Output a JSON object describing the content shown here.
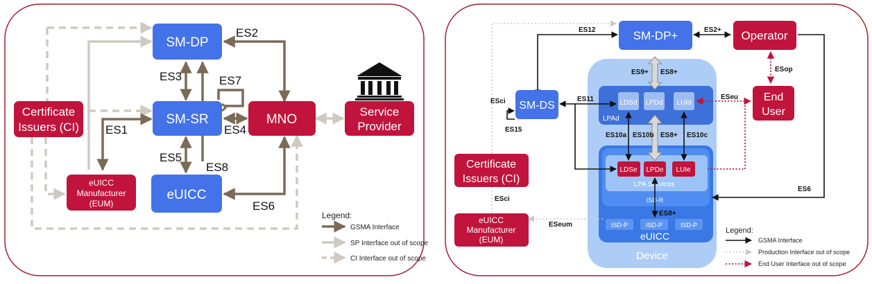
{
  "left": {
    "nodes": {
      "smdp": "SM-DP",
      "smsr": "SM-SR",
      "mno": "MNO",
      "euicc": "eUICC",
      "ci": [
        "Certificate",
        "Issuers (CI)"
      ],
      "eum": [
        "eUICC",
        "Manufacturer",
        "(EUM)"
      ],
      "sp": [
        "Service",
        "Provider"
      ]
    },
    "labels": {
      "es1": "ES1",
      "es2": "ES2",
      "es3": "ES3",
      "es4": "ES4",
      "es5": "ES5",
      "es6": "ES6",
      "es7": "ES7",
      "es8": "ES8"
    },
    "legend": {
      "title": "Legend:",
      "items": [
        "GSMA Interface",
        "SP Interface out of scope",
        "CI Interface out of scope"
      ]
    }
  },
  "right": {
    "nodes": {
      "smdp": "SM-DP+",
      "operator": "Operator",
      "enduser": [
        "End",
        "User"
      ],
      "smds": "SM-DS",
      "ci": [
        "Certificate",
        "Issuers (CI)"
      ],
      "eum": [
        "eUICC",
        "Manufacturer",
        "(EUM)"
      ],
      "ldsd": "LDSd",
      "lpdd": "LPDd",
      "luid": "LUId",
      "lpad": "LPAd",
      "ldse": "LDSe",
      "lpde": "LPDe",
      "luie": "LUIe",
      "lpa_services": "LPA Services",
      "isdr": "ISD-R",
      "isdp": [
        "ISD-P",
        "ISD-P",
        "ISD-P"
      ],
      "euicc": "eUICC",
      "device": "Device"
    },
    "labels": {
      "es12": "ES12",
      "es2p": "ES2+",
      "es9p": "ES9+",
      "es8p_top": "ES8+",
      "esop": "ESop",
      "esci_top": "ESci",
      "es11": "ES11",
      "eseu": "ESeu",
      "es15": "ES15",
      "es10a": "ES10a",
      "es10b": "ES10b",
      "es8p_mid": "ES8+",
      "es10c": "ES10c",
      "es6": "ES6",
      "esci_bottom": "ESci",
      "eseum": "ESeum",
      "es8p_bottom": "ES8+"
    },
    "legend": {
      "title": "Legend:",
      "items": [
        "GSMA Interface",
        "Production Interface out of scope",
        "End User Interface out of scope"
      ]
    }
  },
  "colors": {
    "blue": "#4472e8",
    "red": "#c0143c",
    "brown": "#7b6a55",
    "light_gray": "#cfcabf",
    "device_bg": "#aecdf6",
    "euicc_bg": "#3a78e6",
    "lpad_bg": "#3d70d8"
  }
}
